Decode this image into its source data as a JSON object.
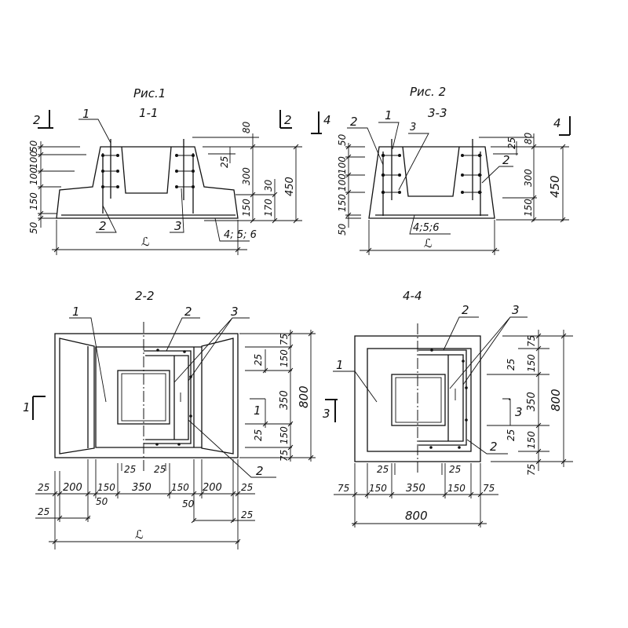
{
  "fig1": {
    "title": "Рис.1",
    "section": "1-1",
    "cut_mark_left": "2",
    "cut_mark_right": "2",
    "callout_1": "1",
    "callout_2": "2",
    "callout_3": "3",
    "callout_456": "4; 5; 6",
    "left_dims": [
      "50",
      "100",
      "100",
      "150",
      "50"
    ],
    "right_dims": {
      "d80": "80",
      "d25": "25",
      "d300": "300",
      "d150": "150",
      "d30": "30",
      "d170": "170",
      "d450": "450"
    },
    "length": "ℒ"
  },
  "fig2": {
    "title": "Рис. 2",
    "section": "3-3",
    "cut_mark_left": "4",
    "cut_mark_right": "4",
    "callout_1": "1",
    "callout_2": "2",
    "callout_3": "3",
    "callout_2b": "2",
    "callout_456": "4;5;6",
    "left_dims": [
      "50",
      "100",
      "100",
      "150",
      "50"
    ],
    "right_dims": {
      "d25": "25",
      "d80": "80",
      "d300": "300",
      "d150": "150",
      "d450": "450"
    },
    "length": "ℒ"
  },
  "fig3": {
    "section": "2-2",
    "cut_mark": "1",
    "cut_mark_inner": "1",
    "callout_1": "1",
    "callout_2": "2",
    "callout_3": "3",
    "callout_2b": "2",
    "right_dims": {
      "d75a": "75",
      "d150a": "150",
      "d25a": "25",
      "d350": "350",
      "d25b": "25",
      "d150b": "150",
      "d75b": "75",
      "d800": "800"
    },
    "bottom_dims": {
      "d25a": "25",
      "d200a": "200",
      "d150a": "150",
      "d50a": "50",
      "d25t1": "25",
      "d350": "350",
      "d25t2": "25",
      "d150b": "150",
      "d50b": "50",
      "d200b": "200",
      "d25b": "25",
      "d25c": "25",
      "d25d": "25"
    },
    "length": "ℒ"
  },
  "fig4": {
    "section": "4-4",
    "cut_mark": "3",
    "cut_mark_inner": "3",
    "callout_1": "1",
    "callout_2": "2",
    "callout_3": "3",
    "callout_2b": "2",
    "right_dims": {
      "d75a": "75",
      "d150a": "150",
      "d25a": "25",
      "d350": "350",
      "d25b": "25",
      "d150b": "150",
      "d75b": "75",
      "d800": "800"
    },
    "bottom_dims": {
      "d75a": "75",
      "d25a": "25",
      "d150a": "150",
      "d350": "350",
      "d25b": "25",
      "d150b": "150",
      "d75b": "75",
      "d800": "800"
    }
  }
}
